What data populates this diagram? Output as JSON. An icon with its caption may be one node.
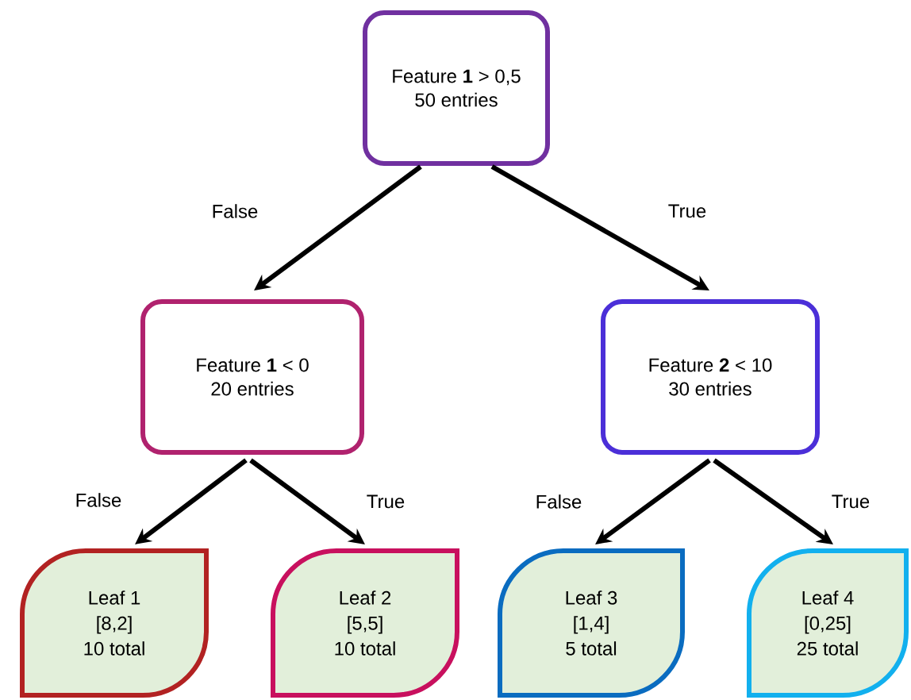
{
  "diagram": {
    "nodes": [
      {
        "text": [
          "Feature **1** > 0,5",
          "50 entries"
        ]
      },
      {
        "text": [
          "Feature **1** < 0",
          "20 entries"
        ]
      },
      {
        "text": [
          "Feature **2** < 10",
          "30 entries"
        ]
      },
      {
        "text": [
          "Leaf 1",
          "[8,2]",
          "10 total"
        ]
      },
      {
        "text": [
          "Leaf 2",
          "[5,5]",
          "10 total"
        ]
      },
      {
        "text": [
          "Leaf 3",
          "[1,4]",
          "5 total"
        ]
      },
      {
        "text": [
          "Leaf 4",
          "[0,25]",
          "25 total"
        ]
      }
    ],
    "edges": [
      {
        "from": 0,
        "to": 1,
        "arrow": "to",
        "label": "False"
      },
      {
        "from": 0,
        "to": 2,
        "arrow": "to",
        "label": "True"
      },
      {
        "from": 1,
        "to": 3,
        "arrow": "to",
        "label": "False"
      },
      {
        "from": 1,
        "to": 4,
        "arrow": "to",
        "label": "True"
      },
      {
        "from": 2,
        "to": 5,
        "arrow": "to",
        "label": "False"
      },
      {
        "from": 2,
        "to": 6,
        "arrow": "to",
        "label": "True"
      }
    ]
  }
}
